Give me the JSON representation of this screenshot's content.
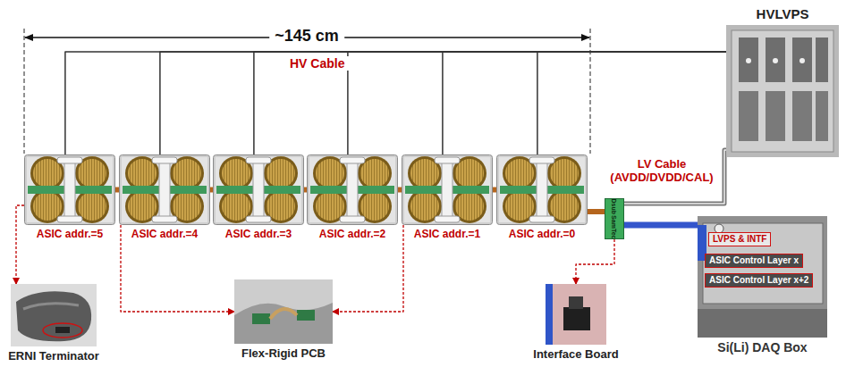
{
  "diagram": {
    "nodes": [
      {
        "text": [
          "ASIC addr.=5"
        ]
      },
      {
        "text": [
          "ASIC addr.=4"
        ]
      },
      {
        "text": [
          "ASIC addr.=3"
        ]
      },
      {
        "text": [
          "ASIC addr.=2"
        ]
      },
      {
        "text": [
          "ASIC addr.=1"
        ]
      },
      {
        "text": [
          "ASIC addr.=0"
        ]
      },
      {
        "text": [
          "Dsub",
          "SamTec"
        ]
      },
      {
        "text": [
          "HVLVPS"
        ]
      },
      {
        "text": [
          "Si(Li) DAQ Box"
        ]
      },
      {
        "text": [
          "LVPS & INTF"
        ],
        "in": 8
      },
      {
        "text": [
          "ASIC Control Layer x"
        ],
        "in": 8
      },
      {
        "text": [
          "ASIC Control Layer x+2"
        ],
        "in": 8
      },
      {
        "text": [
          "ERNI Terminator"
        ]
      },
      {
        "text": [
          "Flex-Rigid PCB"
        ]
      },
      {
        "text": [
          "Interface Board"
        ]
      }
    ],
    "edges": [
      {
        "from": 0,
        "to": 1,
        "arrow": "none"
      },
      {
        "from": 1,
        "to": 2,
        "arrow": "none"
      },
      {
        "from": 2,
        "to": 3,
        "arrow": "none"
      },
      {
        "from": 3,
        "to": 4,
        "arrow": "none"
      },
      {
        "from": 4,
        "to": 5,
        "arrow": "none"
      },
      {
        "from": 5,
        "to": 6,
        "arrow": "none"
      },
      {
        "from": 7,
        "to": 0,
        "arrow": "none"
      },
      {
        "from": 7,
        "to": 1,
        "arrow": "none"
      },
      {
        "from": 7,
        "to": 2,
        "arrow": "none"
      },
      {
        "from": 7,
        "to": 3,
        "arrow": "none"
      },
      {
        "from": 7,
        "to": 4,
        "arrow": "none"
      },
      {
        "from": 7,
        "to": 5,
        "arrow": "none"
      },
      {
        "from": 6,
        "to": 7,
        "arrow": "none"
      },
      {
        "from": 6,
        "to": 8,
        "arrow": "none"
      },
      {
        "from": 0,
        "to": 12,
        "arrow": "to"
      },
      {
        "from": 1,
        "to": 13,
        "arrow": "to"
      },
      {
        "from": 4,
        "to": 13,
        "arrow": "to"
      },
      {
        "from": 6,
        "to": 14,
        "arrow": "to"
      }
    ],
    "labels": [
      "~145 cm",
      "HV Cable",
      "LV Cable (AVDD/DVDD/CAL)"
    ]
  }
}
